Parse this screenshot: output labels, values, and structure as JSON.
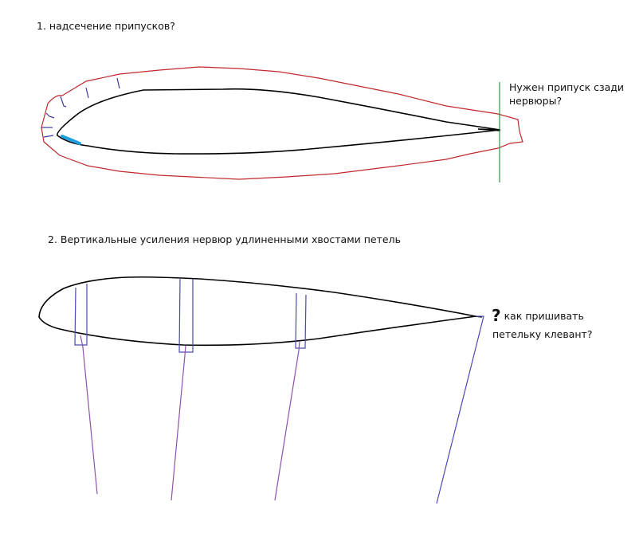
{
  "section1": {
    "title": "1. надсечение припусков?",
    "note_line1": "Нужен припуск сзади",
    "note_line2": "нервюры?"
  },
  "section2": {
    "title": "2. Вертикальные усиления нервюр удлиненными хвостами петель",
    "question_mark": "?",
    "note_line1": "как пришивать",
    "note_line2": "петельку клевант?"
  },
  "colors": {
    "airfoil": "#000000",
    "allowance_outline": "#c0282c",
    "notch": "#3a3aa0",
    "highlight": "#1ea0e0",
    "trailing_edge_line": "#2a9a3a",
    "rib_reinforcement": "#4a4ab0",
    "tail": "#9050b0"
  }
}
